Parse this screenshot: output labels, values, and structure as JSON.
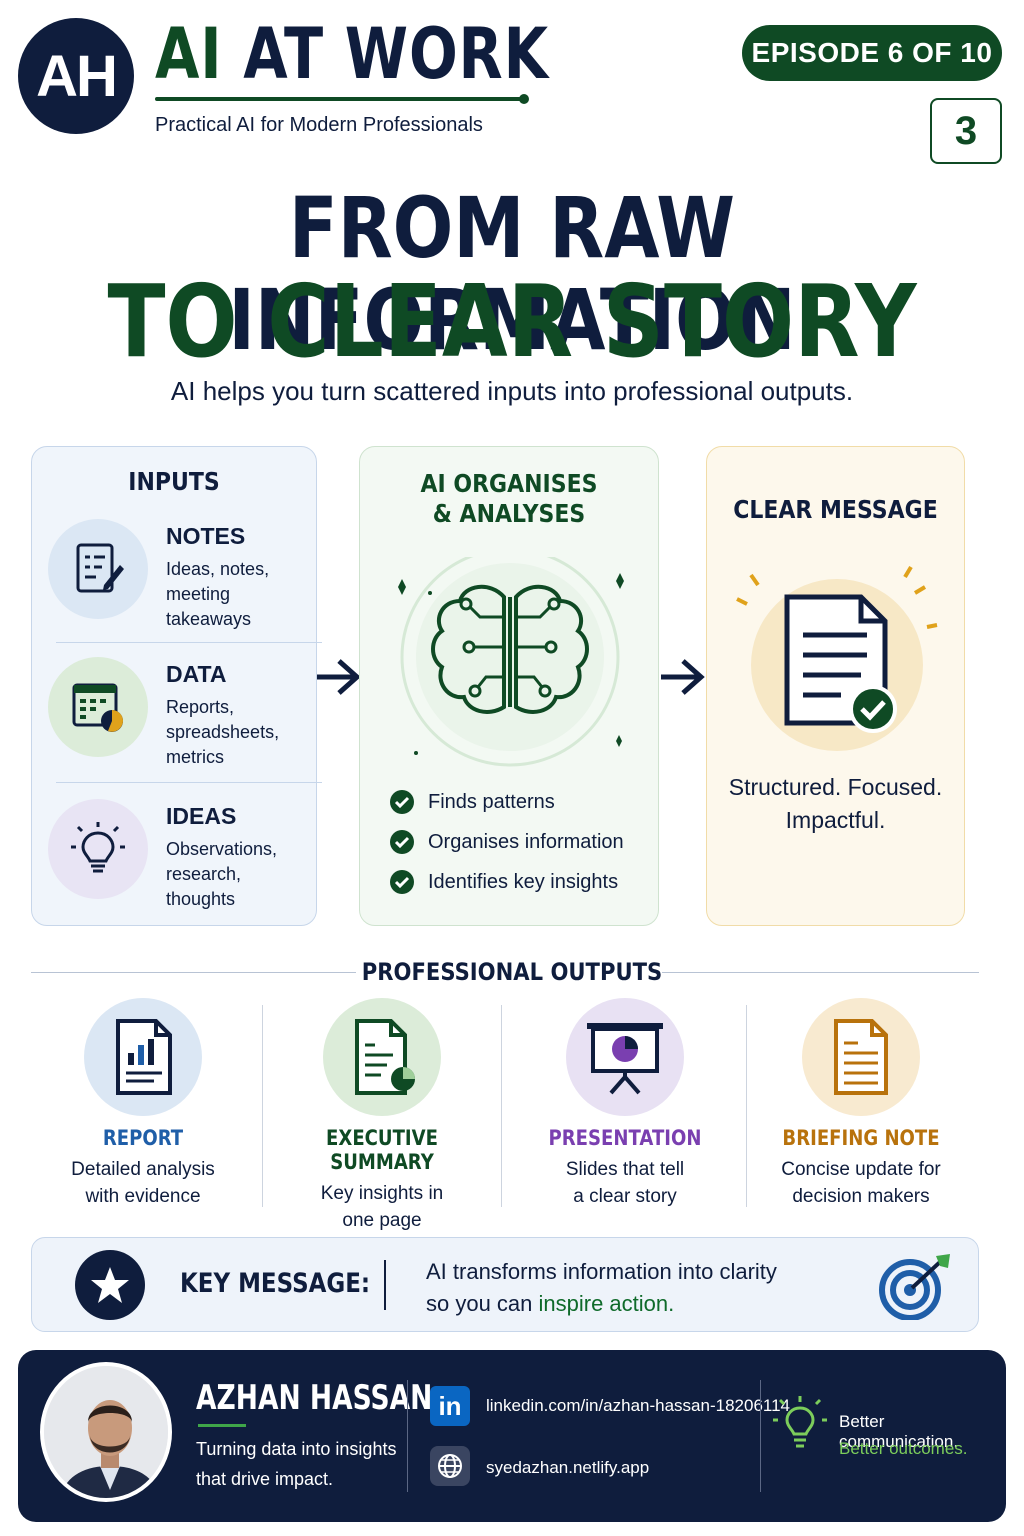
{
  "header": {
    "logo": "AH",
    "brand_title_ai": "AI",
    "brand_title_rest": "AT WORK",
    "brand_subtitle": "Practical AI for Modern Professionals",
    "episode": "EPISODE 6 OF 10",
    "page_number": "3"
  },
  "headline": {
    "line1": "FROM RAW INFORMATION",
    "line2": "TO CLEAR STORY",
    "tagline": "AI helps you turn scattered inputs into professional outputs."
  },
  "inputs": {
    "title": "INPUTS",
    "items": [
      {
        "label": "NOTES",
        "desc": "Ideas, notes, meeting takeaways",
        "icon": "notes-icon"
      },
      {
        "label": "DATA",
        "desc": "Reports, spreadsheets, metrics",
        "icon": "spreadsheet-icon"
      },
      {
        "label": "IDEAS",
        "desc": "Observations, research, thoughts",
        "icon": "lightbulb-icon"
      }
    ]
  },
  "ai": {
    "title_line1": "AI ORGANISES",
    "title_line2": "& ANALYSES",
    "checks": [
      "Finds patterns",
      "Organises information",
      "Identifies key insights"
    ],
    "icon": "brain-circuit-icon"
  },
  "message": {
    "title": "CLEAR MESSAGE",
    "caption_line1": "Structured. Focused.",
    "caption_line2": "Impactful.",
    "icon": "document-check-icon"
  },
  "outputs": {
    "title": "PROFESSIONAL OUTPUTS",
    "items": [
      {
        "label": "REPORT",
        "desc_line1": "Detailed analysis",
        "desc_line2": "with evidence",
        "color": "#1f5ea8"
      },
      {
        "label": "EXECUTIVE SUMMARY",
        "desc_line1": "Key insights in",
        "desc_line2": "one page",
        "color": "#0f4a24"
      },
      {
        "label": "PRESENTATION",
        "desc_line1": "Slides that tell",
        "desc_line2": "a clear story",
        "color": "#7a3fb0"
      },
      {
        "label": "BRIEFING NOTE",
        "desc_line1": "Concise update for",
        "desc_line2": "decision makers",
        "color": "#b8720c"
      }
    ]
  },
  "key_message": {
    "label": "KEY MESSAGE:",
    "line1": "AI transforms information into clarity",
    "line2_prefix": "so you can ",
    "line2_highlight": "inspire action."
  },
  "footer": {
    "name": "AZHAN HASSAN",
    "subtitle_line1": "Turning data into insights",
    "subtitle_line2": "that drive impact.",
    "linkedin_badge": "in",
    "linkedin": "linkedin.com/in/azhan-hassan-18206114",
    "website": "syedazhan.netlify.app",
    "tagline1": "Better communication.",
    "tagline2": "Better outcomes."
  },
  "colors": {
    "navy": "#0f1d3d",
    "green": "#0f4a24",
    "accent_green": "#3fa649",
    "linkedin_blue": "#0a66c2"
  }
}
